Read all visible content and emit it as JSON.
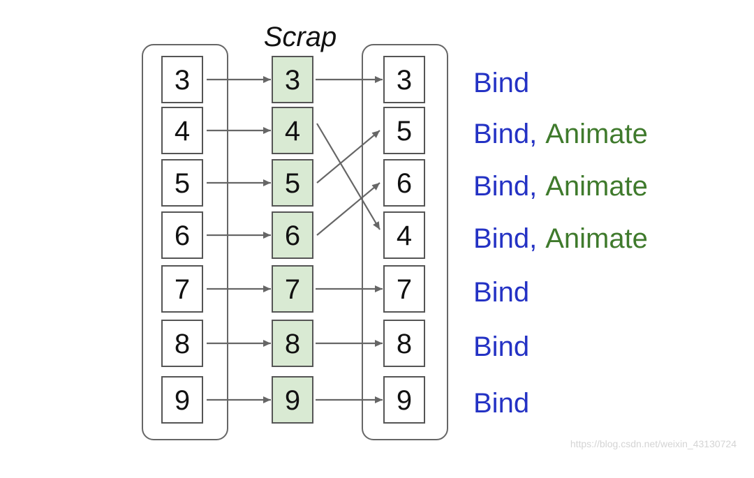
{
  "title": "Scrap",
  "colors": {
    "bind": "#2432c4",
    "animate": "#3f7a2c",
    "scrap_fill": "#d9ead3",
    "watermark": "#d4d4d4"
  },
  "left_items": [
    "3",
    "4",
    "5",
    "6",
    "7",
    "8",
    "9"
  ],
  "scrap_items": [
    "3",
    "4",
    "5",
    "6",
    "7",
    "8",
    "9"
  ],
  "right_items": [
    "3",
    "5",
    "6",
    "4",
    "7",
    "8",
    "9"
  ],
  "actions": [
    {
      "bind": "Bind",
      "separator": "",
      "animate": ""
    },
    {
      "bind": "Bind",
      "separator": ",",
      "animate": "Animate"
    },
    {
      "bind": "Bind",
      "separator": ",",
      "animate": "Animate"
    },
    {
      "bind": "Bind",
      "separator": ",",
      "animate": "Animate"
    },
    {
      "bind": "Bind",
      "separator": "",
      "animate": ""
    },
    {
      "bind": "Bind",
      "separator": "",
      "animate": ""
    },
    {
      "bind": "Bind",
      "separator": "",
      "animate": ""
    }
  ],
  "watermark": "https://blog.csdn.net/weixin_43130724"
}
